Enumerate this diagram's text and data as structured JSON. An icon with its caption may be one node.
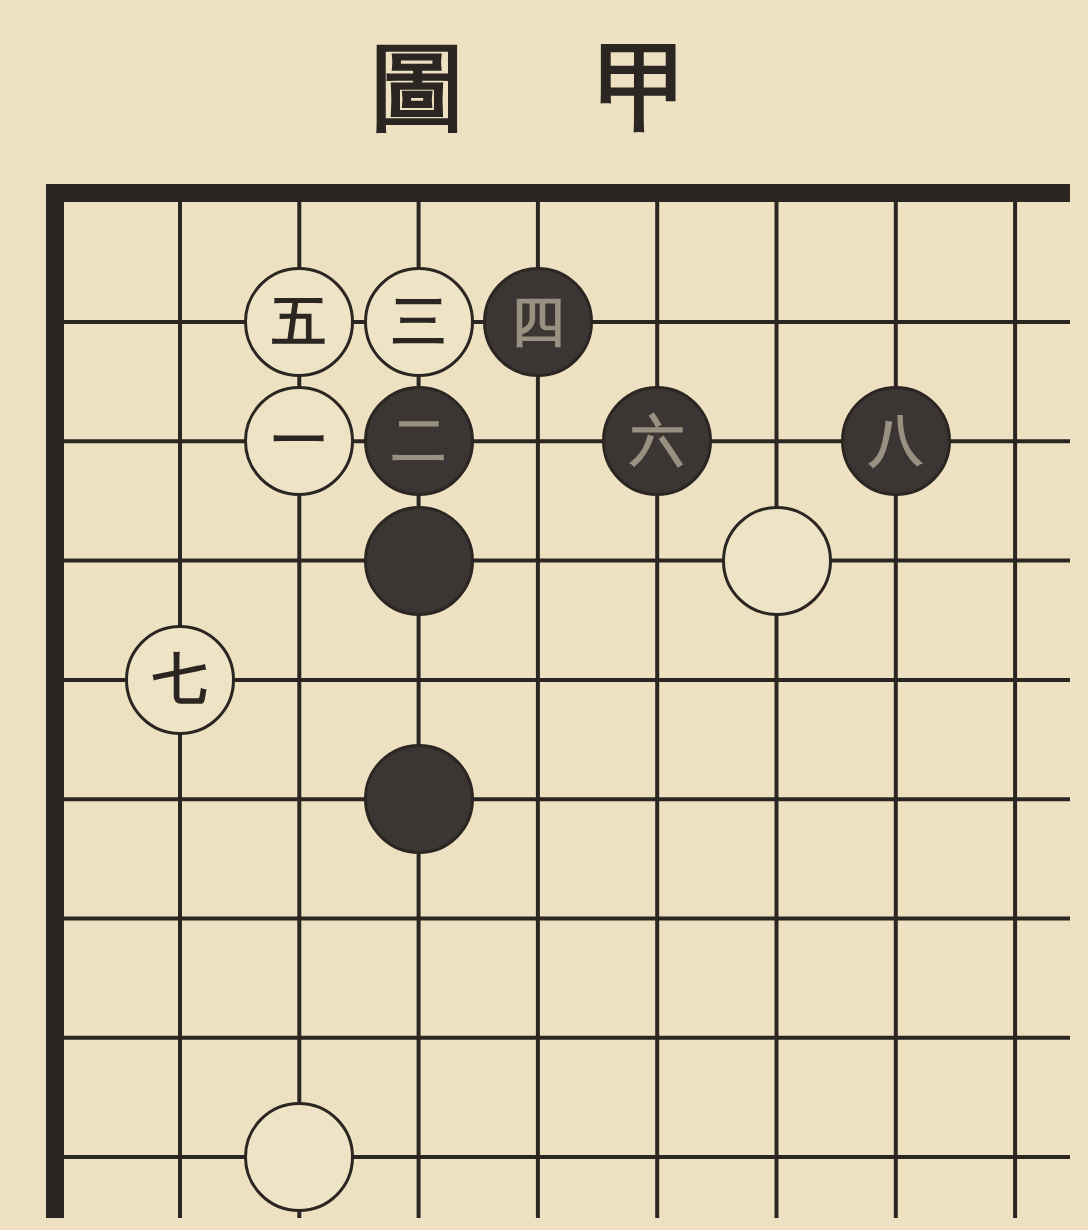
{
  "diagram": {
    "title": "圖甲",
    "nodes": [
      {
        "text": [
          "五"
        ]
      },
      {
        "text": [
          "三"
        ]
      },
      {
        "text": [
          "四"
        ]
      },
      {
        "text": [
          "一"
        ]
      },
      {
        "text": [
          "二"
        ]
      },
      {
        "text": [
          "六"
        ]
      },
      {
        "text": [
          "八"
        ]
      },
      {
        "text": [],
        "shape": "circle"
      },
      {
        "text": [],
        "shape": "circle"
      },
      {
        "text": [
          "七"
        ]
      },
      {
        "text": [],
        "shape": "circle"
      },
      {
        "text": [],
        "shape": "circle"
      }
    ]
  }
}
